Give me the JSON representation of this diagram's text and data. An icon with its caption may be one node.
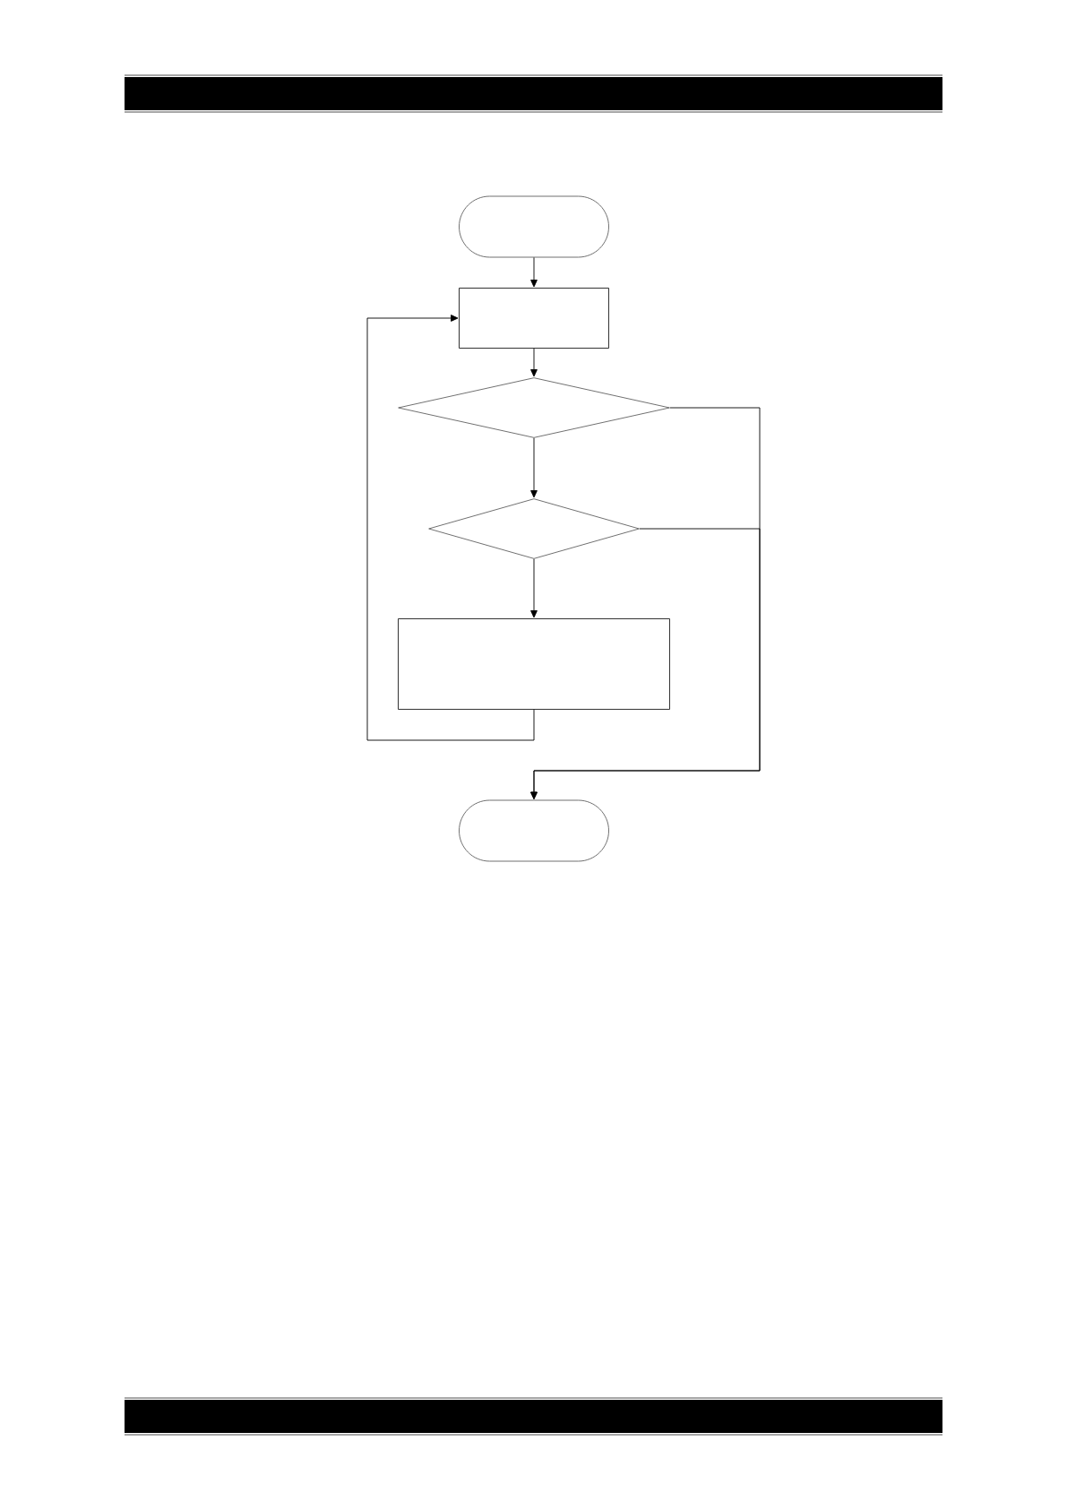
{
  "diagram": {
    "nodes": [
      {
        "text": [],
        "shape": "pill"
      },
      {
        "text": [],
        "shape": "box"
      },
      {
        "text": [],
        "shape": "diamond"
      },
      {
        "text": [],
        "shape": "diamond"
      },
      {
        "text": [],
        "shape": "box"
      },
      {
        "text": [],
        "shape": "pill"
      }
    ],
    "edges": [
      {
        "from": 0,
        "to": 1,
        "arrow": "to"
      },
      {
        "from": 1,
        "to": 2,
        "arrow": "to"
      },
      {
        "from": 2,
        "to": 3,
        "arrow": "to"
      },
      {
        "from": 3,
        "to": 4,
        "arrow": "to"
      },
      {
        "from": 4,
        "to": 1,
        "arrow": "to"
      },
      {
        "from": 2,
        "to": 5,
        "arrow": "to"
      },
      {
        "from": 3,
        "to": 5,
        "arrow": "to"
      }
    ]
  }
}
